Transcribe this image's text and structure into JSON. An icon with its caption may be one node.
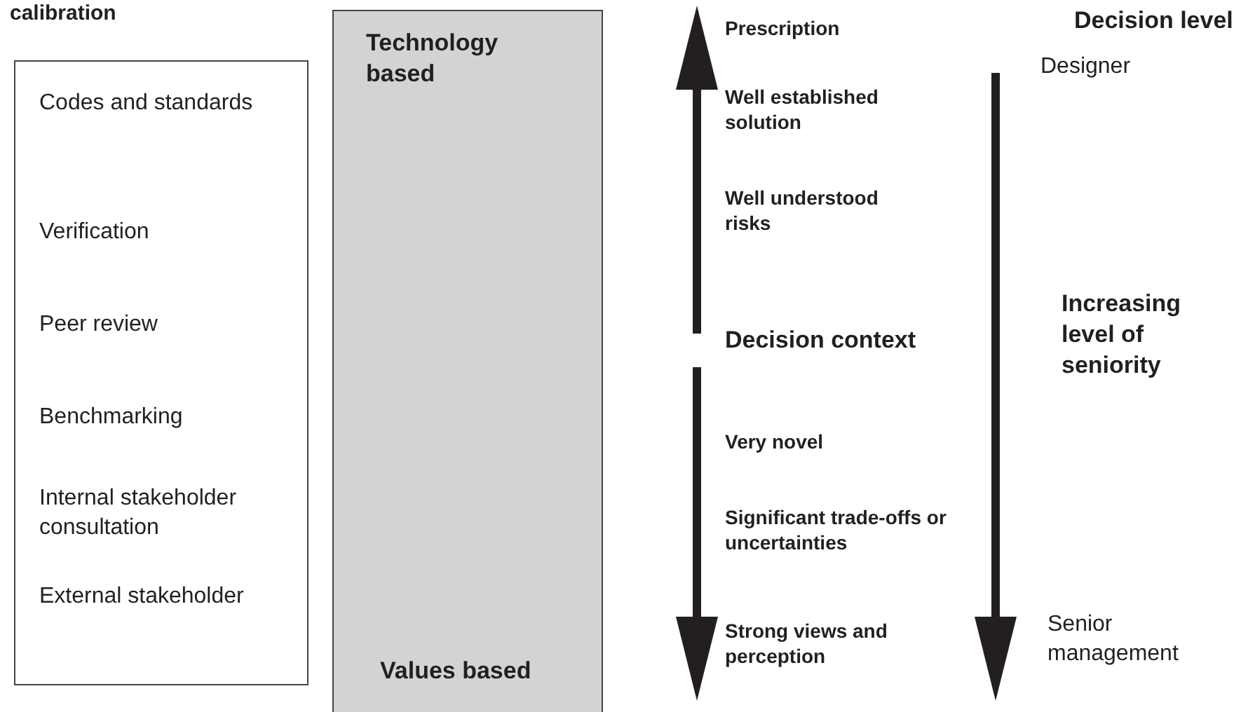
{
  "diagram": {
    "nodes": [
      {
        "text": [
          "calibration",
          "Codes and standards",
          "Verification",
          "Peer review",
          "Benchmarking",
          "Internal stakeholder consultation",
          "External stakeholder"
        ]
      },
      {
        "text": [
          "Technology based",
          "Values based"
        ]
      }
    ],
    "labels": [
      "Prescription",
      "Well established solution",
      "Well understood risks",
      "Decision context",
      "Very novel",
      "Significant trade-offs or uncertainties",
      "Strong views and perception",
      "Decision level",
      "Designer",
      "Increasing level of seniority",
      "Senior management"
    ]
  }
}
